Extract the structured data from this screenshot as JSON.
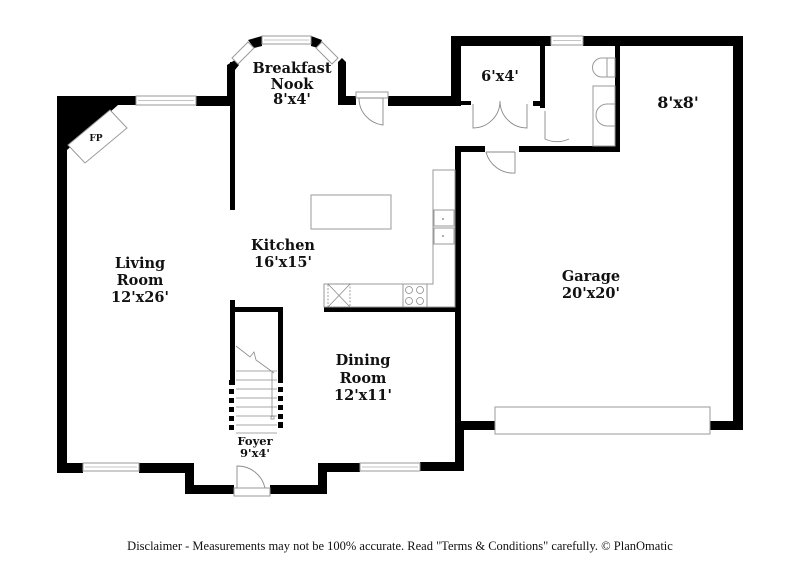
{
  "floorplan": {
    "rooms": {
      "breakfast_nook": {
        "name_line1": "Breakfast",
        "name_line2": "Nook",
        "size": "8'x4'"
      },
      "living_room": {
        "name_line1": "Living",
        "name_line2": "Room",
        "size": "12'x26'"
      },
      "kitchen": {
        "name": "Kitchen",
        "size": "16'x15'"
      },
      "dining_room": {
        "name_line1": "Dining",
        "name_line2": "Room",
        "size": "12'x11'"
      },
      "foyer": {
        "name": "Foyer",
        "size": "9'x4'"
      },
      "garage": {
        "name": "Garage",
        "size": "20'x20'"
      },
      "closet": {
        "size": "6'x4'"
      },
      "storage": {
        "size": "8'x8'"
      }
    },
    "fixtures": {
      "fireplace": "FP"
    },
    "colors": {
      "wall": "#000000",
      "fixture_stroke": "#9a9a9a",
      "background": "#ffffff"
    }
  },
  "footer": {
    "disclaimer": "Disclaimer - Measurements may not be 100% accurate. Read \"Terms & Conditions\" carefully. © PlanOmatic"
  }
}
